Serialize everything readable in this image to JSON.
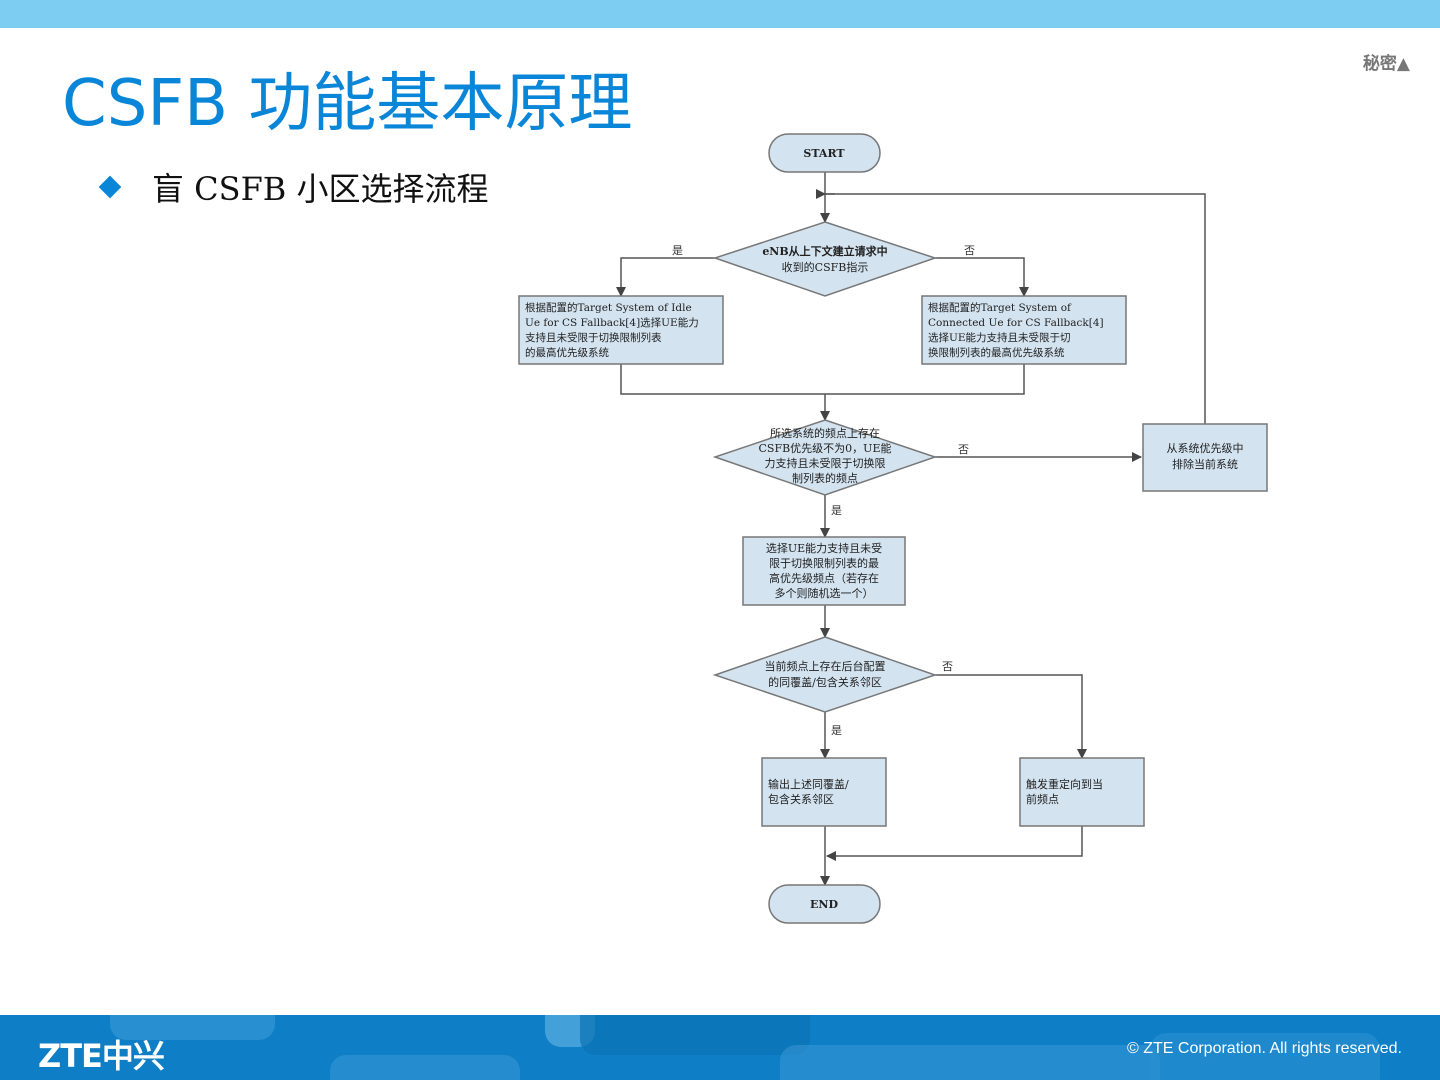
{
  "header": {
    "title": "CSFB 功能基本原理",
    "classification": "秘密▲"
  },
  "bullet": {
    "text": "盲 CSFB 小区选择流程"
  },
  "flowchart": {
    "start": "START",
    "end": "END",
    "decision1": [
      "eNB从上下文建立请求中",
      "收到的CSFB指示"
    ],
    "idle_box": [
      "根据配置的Target System of Idle",
      "Ue for CS Fallback[4]选择UE能力",
      "支持且未受限于切换限制列表",
      "的最高优先级系统"
    ],
    "connected_box": [
      "根据配置的Target System of",
      "Connected Ue for CS Fallback[4]",
      "选择UE能力支持且未受限于切",
      "换限制列表的最高优先级系统"
    ],
    "decision2": [
      "所选系统的频点上存在",
      "CSFB优先级不为0，UE能",
      "力支持且未受限于切换限",
      "制列表的频点"
    ],
    "remove_box": [
      "从系统优先级中",
      "排除当前系统"
    ],
    "select_box": [
      "选择UE能力支持且未受",
      "限于切换限制列表的最",
      "高优先级频点（若存在",
      "多个则随机选一个）"
    ],
    "decision3": [
      "当前频点上存在后台配置",
      "的同覆盖/包含关系邻区"
    ],
    "output_box": [
      "输出上述同覆盖/",
      "包含关系邻区"
    ],
    "redirect_box": [
      "触发重定向到当",
      "前频点"
    ],
    "yes": "是",
    "no": "否"
  },
  "footer": {
    "logo": "ZTE中兴",
    "copyright": "© ZTE Corporation. All rights reserved."
  },
  "colors": {
    "accent": "#0a86d8",
    "top_bar": "#7dcdf3",
    "footer": "#0e7fc6",
    "box_fill": "#d3e3f0"
  }
}
